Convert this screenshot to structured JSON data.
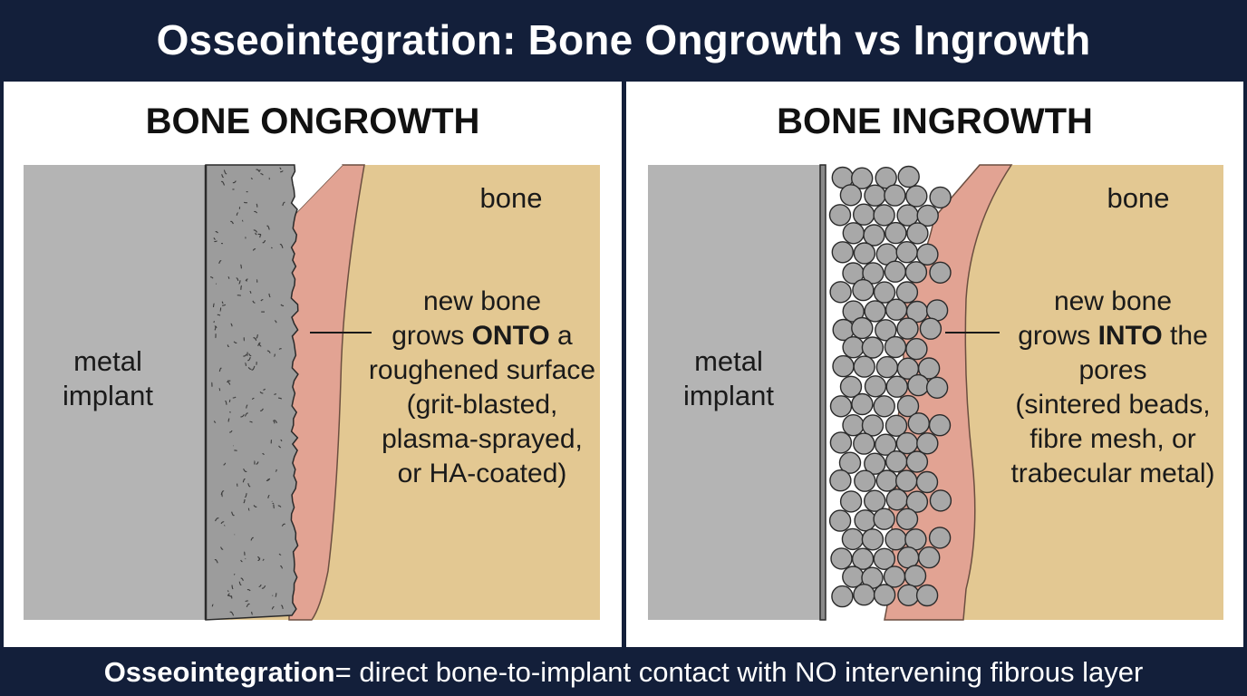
{
  "title": "Osseointegration: Bone Ongrowth vs Ingrowth",
  "colors": {
    "background": "#131f3a",
    "implant": "#b4b4b4",
    "coating": "#9c9c9c",
    "new_bone": "#e2a393",
    "bone": "#e3c892",
    "bead": "#a8a8a8"
  },
  "panels": [
    {
      "heading": "BONE ONGROWTH",
      "implant_label": [
        "metal",
        "implant"
      ],
      "bone_label": "bone",
      "description": {
        "line1": "new bone",
        "line2_pre": "grows ",
        "line2_emph": "ONTO",
        "line2_post": " a",
        "rest": [
          "roughened surface",
          "(grit-blasted,",
          "plasma-sprayed,",
          "or HA-coated)"
        ]
      }
    },
    {
      "heading": "BONE INGROWTH",
      "implant_label": [
        "metal",
        "implant"
      ],
      "bone_label": "bone",
      "description": {
        "line1": "new bone",
        "line2_pre": "grows ",
        "line2_emph": "INTO",
        "line2_post": " the",
        "rest": [
          "pores",
          "(sintered beads,",
          "fibre mesh, or",
          "trabecular metal)"
        ]
      }
    }
  ],
  "footer": {
    "term": "Osseointegration",
    "definition": " = direct bone-to-implant contact with NO intervening fibrous layer"
  }
}
